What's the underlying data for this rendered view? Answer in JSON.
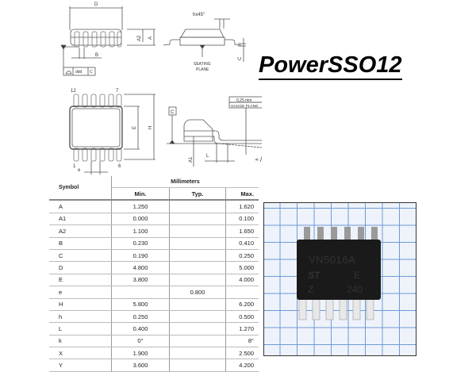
{
  "title": "PowerSSO12",
  "drawing": {
    "labels": {
      "D": "D",
      "A2": "A2",
      "A": "A",
      "B": "B",
      "ddd": "ddd",
      "C": "C",
      "h45": "hx45°",
      "seating": "SEATING",
      "plane": "PLANE",
      "pin12": "12",
      "pin7": "7",
      "pin1": "1",
      "pin6": "6",
      "E": "E",
      "H": "H",
      "e": "e",
      "gauge_value": "0,25 mm",
      "gauge_label": "GAUGE PLANE",
      "C_ref": "C",
      "A1": "A1",
      "L": "L",
      "k": "k"
    }
  },
  "table": {
    "symbol_header": "Symbol",
    "unit_header": "Millimeters",
    "columns": [
      "Min.",
      "Typ.",
      "Max."
    ],
    "rows": [
      {
        "symbol": "A",
        "min": "1.250",
        "typ": "",
        "max": "1.620"
      },
      {
        "symbol": "A1",
        "min": "0.000",
        "typ": "",
        "max": "0.100"
      },
      {
        "symbol": "A2",
        "min": "1.100",
        "typ": "",
        "max": "1.650"
      },
      {
        "symbol": "B",
        "min": "0.230",
        "typ": "",
        "max": "0.410"
      },
      {
        "symbol": "C",
        "min": "0.190",
        "typ": "",
        "max": "0.250"
      },
      {
        "symbol": "D",
        "min": "4.800",
        "typ": "",
        "max": "5.000"
      },
      {
        "symbol": "E",
        "min": "3.800",
        "typ": "",
        "max": "4.000"
      },
      {
        "symbol": "e",
        "min": "",
        "typ": "0.800",
        "max": ""
      },
      {
        "symbol": "H",
        "min": "5.800",
        "typ": "",
        "max": "6.200"
      },
      {
        "symbol": "h",
        "min": "0.250",
        "typ": "",
        "max": "0.500"
      },
      {
        "symbol": "L",
        "min": "0.400",
        "typ": "",
        "max": "1.270"
      },
      {
        "symbol": "k",
        "min": "0°",
        "typ": "",
        "max": "8°"
      },
      {
        "symbol": "X",
        "min": "1.900",
        "typ": "",
        "max": "2.500"
      },
      {
        "symbol": "Y",
        "min": "3.600",
        "typ": "",
        "max": "4.200"
      }
    ]
  },
  "photo": {
    "marking_line1": "VN5016A",
    "marking_line2": "E",
    "marking_line3": "240",
    "grid_color": "#6e9ad6",
    "chip_color": "#1a1a1a"
  }
}
